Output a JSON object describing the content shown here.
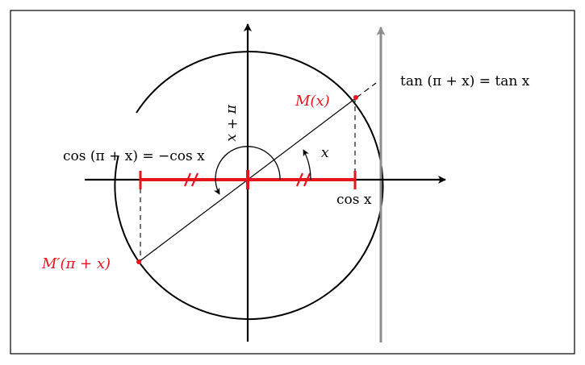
{
  "labels": {
    "tan_identity": "tan (π + x) = tan x",
    "point_m": "M(x)",
    "point_m_prime": "M′(π + x)",
    "cos_identity": "cos (π + x) = −cos x",
    "cos_x": "cos x",
    "angle_x": "x",
    "angle_pi_plus_x": "π + x"
  },
  "colors": {
    "ink": "#000000",
    "accent_red": "#e8141b",
    "tangent_gray": "#8c8c8c"
  }
}
